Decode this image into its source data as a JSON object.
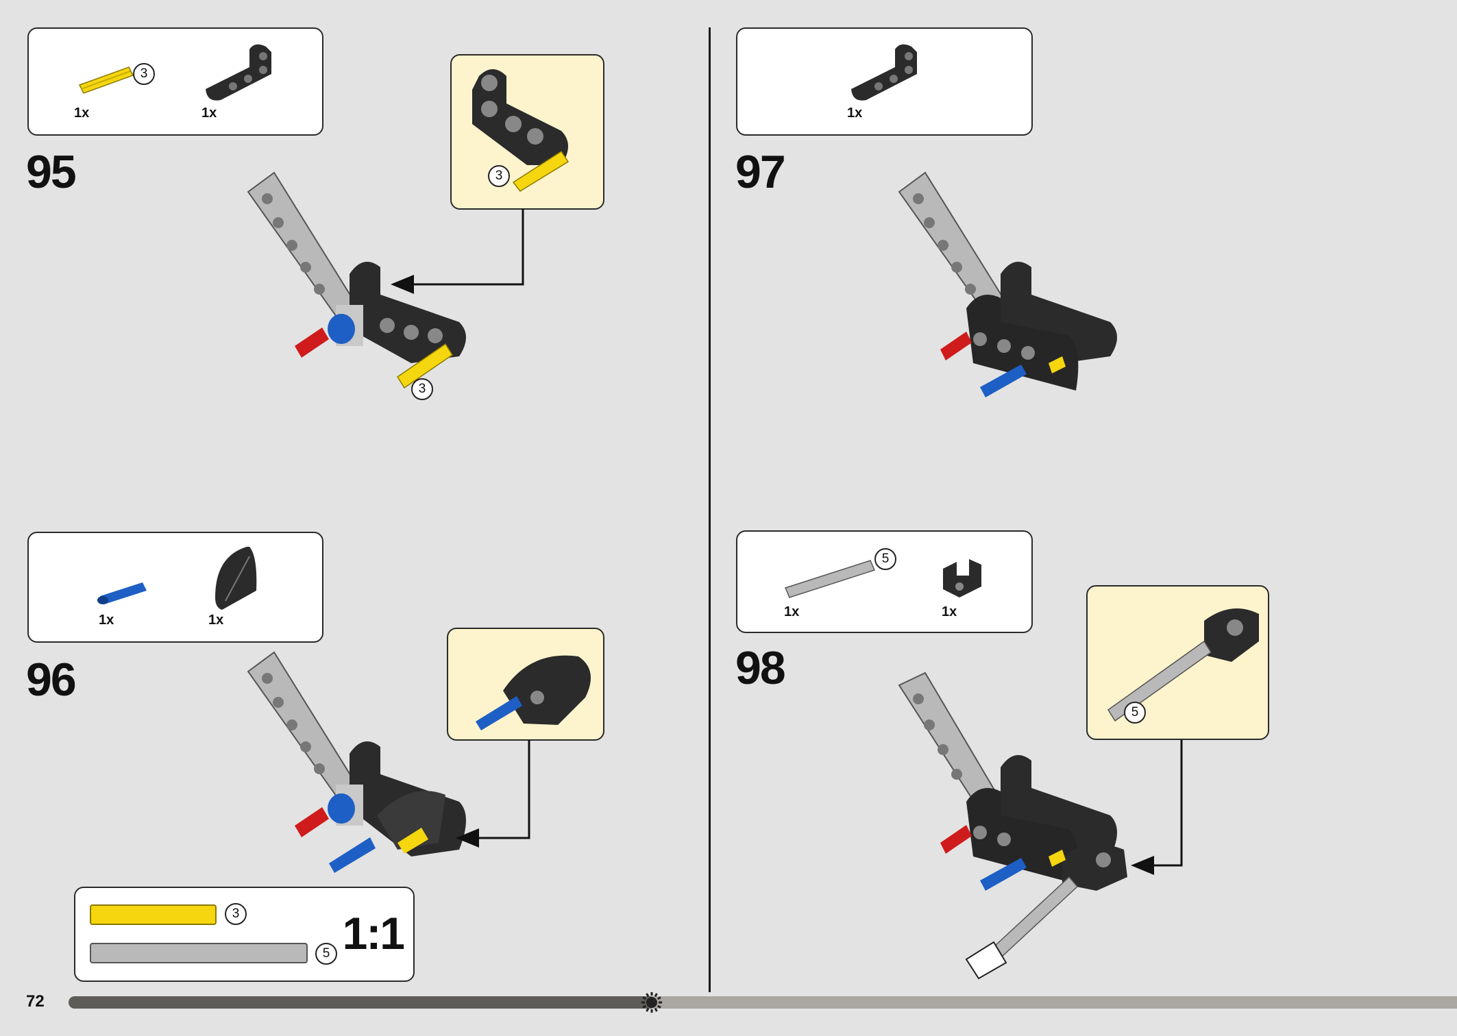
{
  "page_number": "72",
  "progress_fraction": 0.42,
  "colors": {
    "background": "#e3e3e3",
    "callout": "#fdf4cd",
    "beam_black": "#2b2b2b",
    "beam_gray": "#b9b9b9",
    "axle_yellow": "#f5d60f",
    "pin_blue": "#1d5fc4",
    "pin_red": "#cf1b1b"
  },
  "steps": [
    {
      "number": "95",
      "parts": [
        {
          "name": "yellow-axle",
          "qty": "1x",
          "length": "3"
        },
        {
          "name": "black-angled-beam",
          "qty": "1x"
        }
      ],
      "callout_length": "3",
      "model_length": "3"
    },
    {
      "number": "96",
      "parts": [
        {
          "name": "blue-pin",
          "qty": "1x"
        },
        {
          "name": "black-quarter-panel",
          "qty": "1x"
        }
      ]
    },
    {
      "number": "97",
      "parts": [
        {
          "name": "black-angled-beam",
          "qty": "1x"
        }
      ]
    },
    {
      "number": "98",
      "parts": [
        {
          "name": "gray-axle",
          "qty": "1x",
          "length": "5"
        },
        {
          "name": "black-connector",
          "qty": "1x"
        }
      ],
      "callout_length": "5"
    }
  ],
  "scale_reference": {
    "label": "1:1",
    "items": [
      {
        "name": "yellow-axle",
        "length": "3"
      },
      {
        "name": "gray-axle",
        "length": "5"
      }
    ]
  },
  "icons": [
    "sun-icon",
    "arrow-icon"
  ]
}
